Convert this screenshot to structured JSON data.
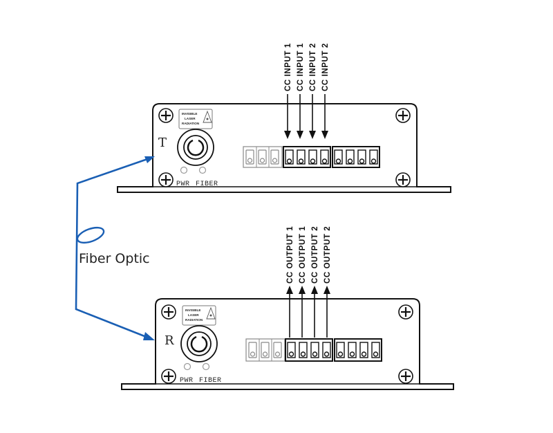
{
  "transmitter": {
    "letter": "T",
    "warning_lines": [
      "INVISIBLE",
      "LASER",
      "RADIATION"
    ],
    "pwr_label": "PWR",
    "fiber_label": "FIBER",
    "signal_labels": [
      "CC INPUT 1",
      "CC INPUT 1",
      "CC INPUT 2",
      "CC INPUT 2"
    ]
  },
  "receiver": {
    "letter": "R",
    "warning_lines": [
      "INVISIBLE",
      "LASER",
      "RADIATION"
    ],
    "pwr_label": "PWR",
    "fiber_label": "FIBER",
    "signal_labels": [
      "CC OUTPUT 1",
      "CC OUTPUT 1",
      "CC OUTPUT 2",
      "CC OUTPUT 2"
    ]
  },
  "link": {
    "caption": "Fiber Optic",
    "color": "#1a5fb4"
  }
}
